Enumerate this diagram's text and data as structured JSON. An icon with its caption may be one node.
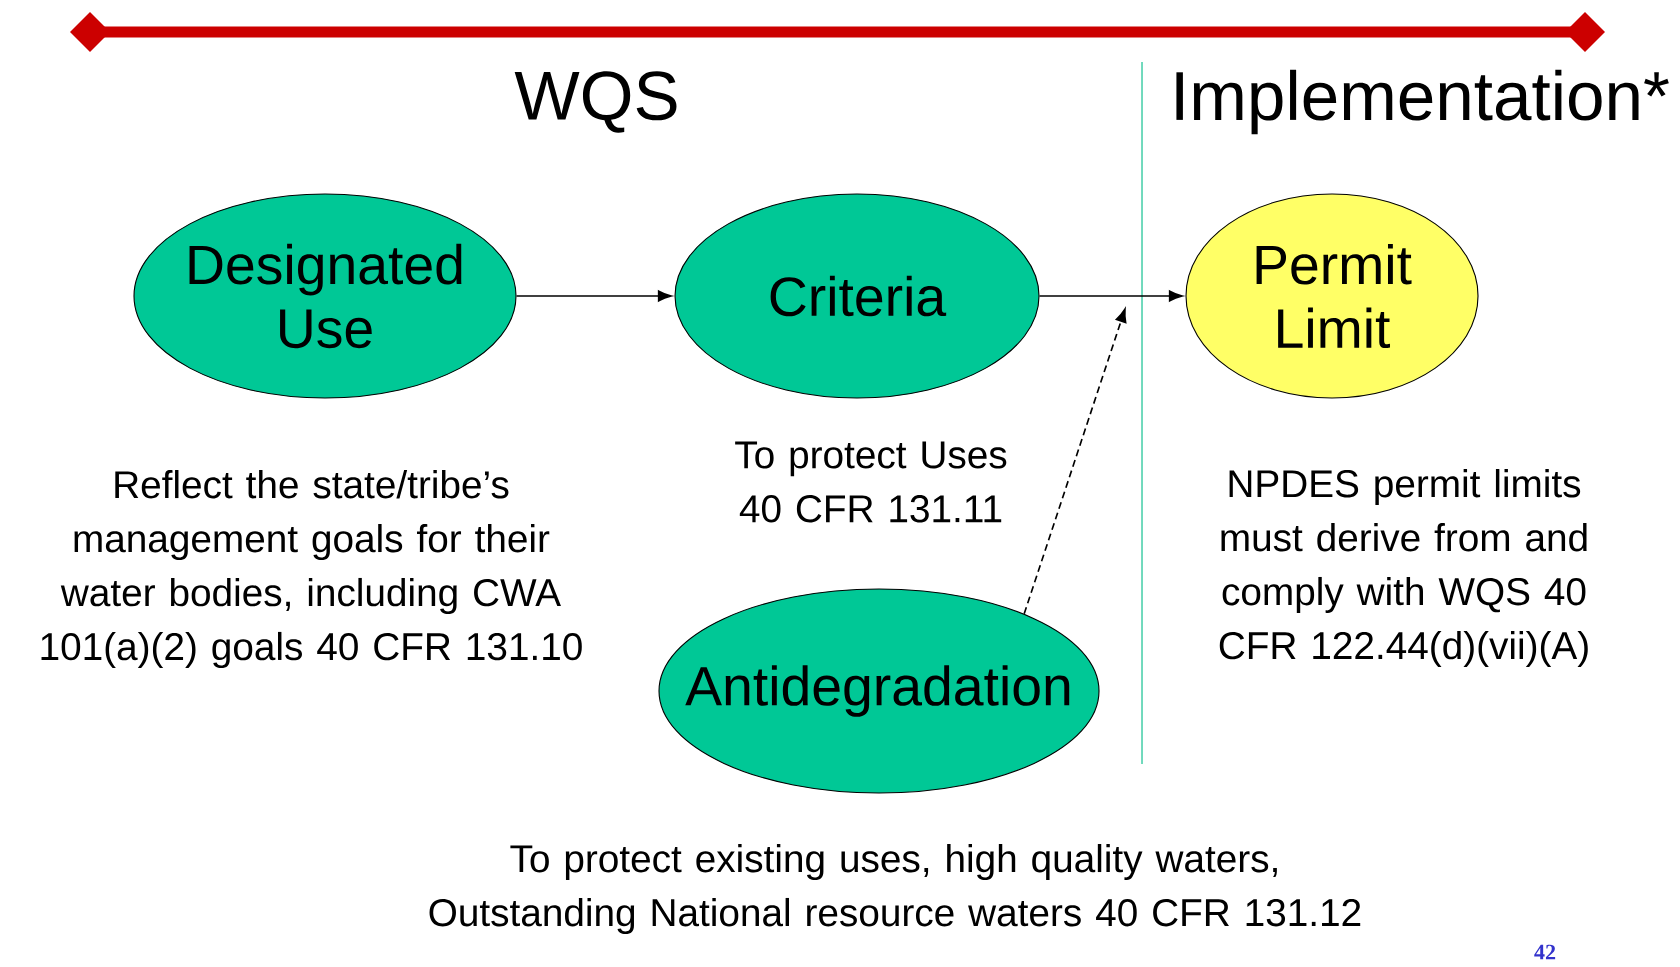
{
  "diagram": {
    "nodes": [
      {
        "text": [
          "Designated Use"
        ],
        "beside": [
          "Reflect the state/tribe’s management goals for their water bodies, including CWA 101(a)(2) goals 40 CFR 131.10"
        ]
      },
      {
        "text": [
          "Criteria"
        ],
        "beside": [
          "To protect Uses 40 CFR 131.11"
        ]
      },
      {
        "text": [
          "Antidegradation"
        ],
        "beside": [
          "To protect existing uses, high quality waters, Outstanding National resource waters 40 CFR 131.12"
        ]
      },
      {
        "text": [
          "Permit Limit"
        ],
        "beside": [
          "NPDES permit limits must derive from and comply with WQS 40 CFR 122.44(d)(vii)(A)"
        ]
      }
    ],
    "edges": [
      {
        "from": 0,
        "to": 1,
        "arrow": "to"
      },
      {
        "from": 1,
        "to": 3,
        "arrow": "to"
      },
      {
        "from": 2,
        "to": null,
        "arrow": "to",
        "style": "dashed"
      }
    ],
    "labels": [
      "WQS",
      "Implementation*",
      "42"
    ]
  }
}
